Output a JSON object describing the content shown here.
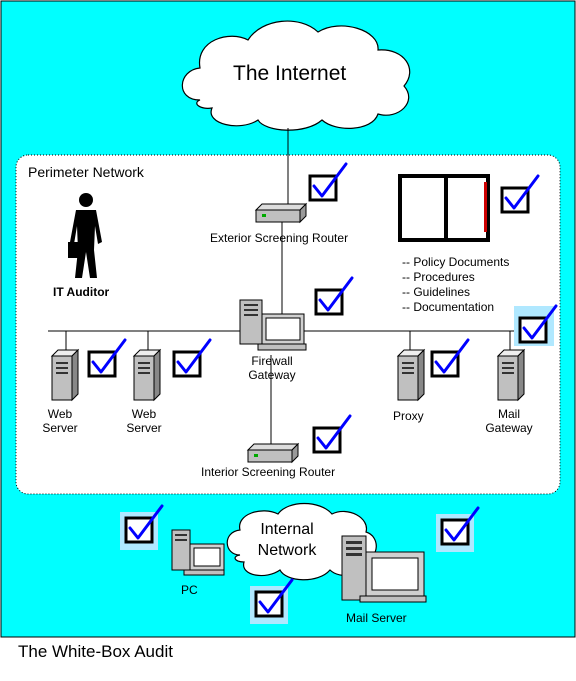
{
  "cloud_internet": "The Internet",
  "perimeter_label": "Perimeter Network",
  "auditor_label": "IT Auditor",
  "exterior_router": "Exterior Screening Router",
  "interior_router": "Interior Screening Router",
  "firewall": [
    "Firewall",
    "Gateway"
  ],
  "web_server_1": [
    "Web",
    "Server"
  ],
  "web_server_2": [
    "Web",
    "Server"
  ],
  "proxy": "Proxy",
  "mail_gateway": [
    "Mail",
    "Gateway"
  ],
  "binder_notes": [
    "-- Policy Documents",
    "-- Procedures",
    "-- Guidelines",
    "-- Documentation"
  ],
  "internal_network": [
    "Internal",
    "Network"
  ],
  "pc": "PC",
  "mail_server": "Mail Server",
  "caption": "The White-Box Audit",
  "colors": {
    "background": "#00ffff",
    "check": "#0000ff",
    "check_halo": "#b0e8ff"
  }
}
